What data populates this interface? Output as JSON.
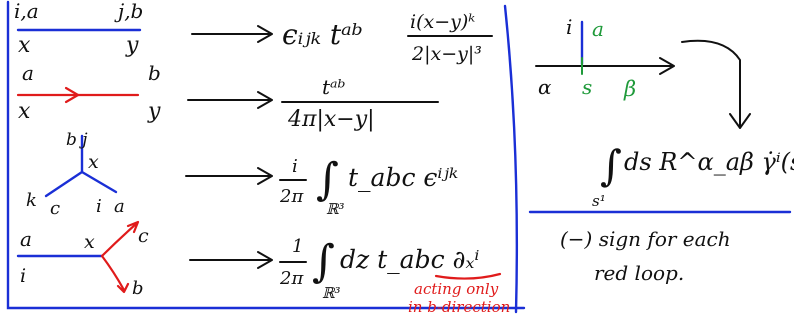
{
  "colors": {
    "ink": "#111111",
    "propagator": "#1a2fd6",
    "gauge": "#e01b1b",
    "highlight": "#1f9a3a"
  },
  "rules": [
    {
      "diagram": {
        "left_top": "i,a",
        "right_top": "j,b",
        "left_bottom": "x",
        "right_bottom": "y"
      },
      "formula": {
        "main": "ϵᵢⱼₖ tᵃᵇ",
        "numerator": "i(x−y)ᵏ",
        "denominator": "2|x−y|³"
      }
    },
    {
      "diagram": {
        "left_top": "a",
        "right_top": "b",
        "left_bottom": "x",
        "right_bottom": "y"
      },
      "formula": {
        "numerator": "tᵃᵇ",
        "denominator": "4π|x−y|"
      }
    },
    {
      "diagram": {
        "top": "b j",
        "vertex": "x",
        "left": "k",
        "left_inner": "c",
        "right_inner": "i",
        "right": "a"
      },
      "formula": {
        "prefactor_num": "i",
        "prefactor_den": "2π",
        "integral": "∫",
        "domain": "ℝ³",
        "body": "t_abc ϵⁱʲᵏ"
      }
    },
    {
      "diagram": {
        "left_top": "a",
        "left_bottom": "i",
        "vertex": "x",
        "up_end": "c",
        "down_end": "b"
      },
      "formula": {
        "prefactor_num": "1",
        "prefactor_den": "2π",
        "integral": "∫",
        "domain": "ℝ³",
        "body": "dz t_abc ∂ₓⁱ"
      },
      "note": [
        "acting only",
        "in b-direction"
      ]
    }
  ],
  "side_panel": {
    "diagram": {
      "top": "i",
      "top_right": "a",
      "left": "α",
      "middle": "s",
      "right": "β"
    },
    "formula": {
      "integral": "∫",
      "lower": "s¹",
      "body": "ds R^α_aβ γ̇ⁱ(s)"
    },
    "caption": [
      "(−) sign for each",
      "red loop."
    ]
  }
}
